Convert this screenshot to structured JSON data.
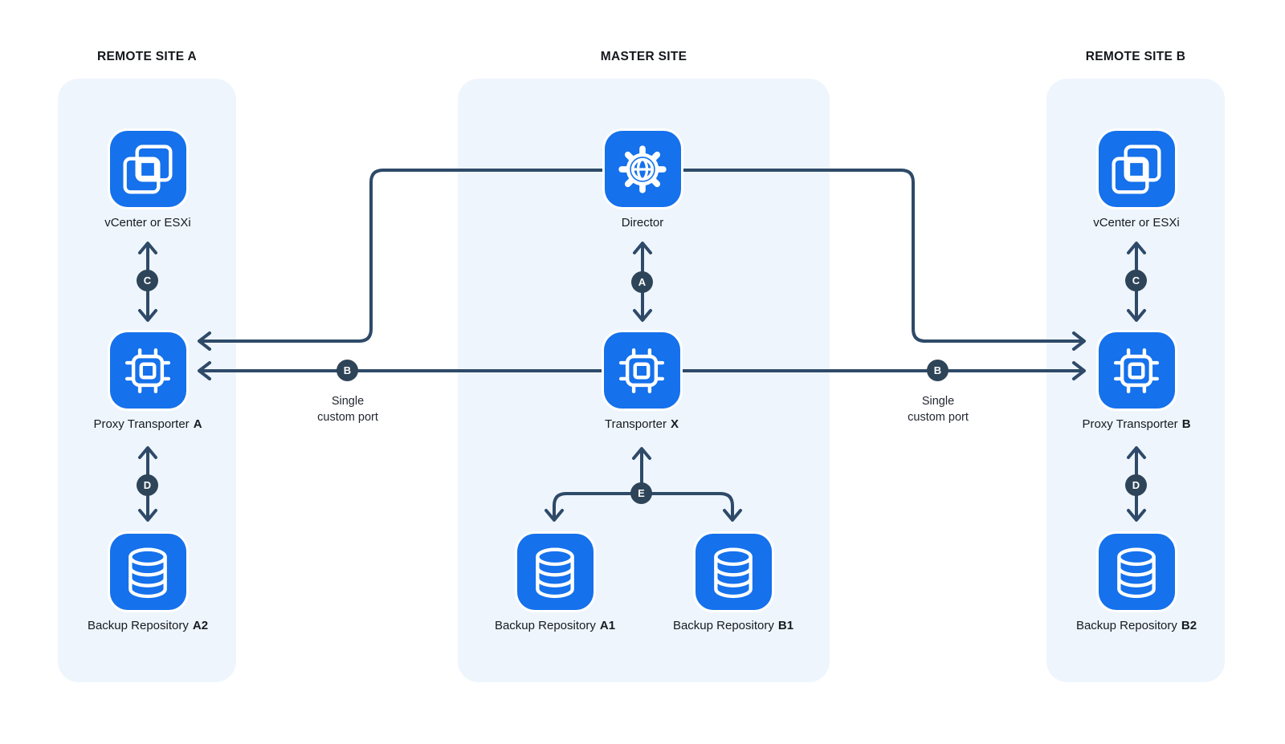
{
  "colors": {
    "node_blue": "#1571ec",
    "panel_bg": "#eef5fd",
    "wire": "#2e4a68",
    "badge_bg": "#2e4458",
    "title_text": "#14171c",
    "label_text": "#181b20"
  },
  "sites": {
    "remote_a": {
      "title": "REMOTE SITE A"
    },
    "master": {
      "title": "MASTER SITE"
    },
    "remote_b": {
      "title": "REMOTE SITE B"
    }
  },
  "nodes": {
    "vcenter_a": {
      "label": "vCenter or ESXi"
    },
    "director": {
      "label": "Director"
    },
    "vcenter_b": {
      "label": "vCenter or ESXi"
    },
    "proxy_a": {
      "label": "Proxy Transporter",
      "suffix": "A"
    },
    "transporter_x": {
      "label": "Transporter",
      "suffix": "X"
    },
    "proxy_b": {
      "label": "Proxy Transporter",
      "suffix": "B"
    },
    "repo_a2": {
      "label": "Backup Repository",
      "suffix": "A2"
    },
    "repo_a1": {
      "label": "Backup Repository",
      "suffix": "A1"
    },
    "repo_b1": {
      "label": "Backup Repository",
      "suffix": "B1"
    },
    "repo_b2": {
      "label": "Backup Repository",
      "suffix": "B2"
    }
  },
  "badges": {
    "a": "A",
    "b": "B",
    "c": "C",
    "d": "D",
    "e": "E"
  },
  "connection_labels": {
    "single_custom_port": [
      "Single",
      "custom port"
    ]
  }
}
